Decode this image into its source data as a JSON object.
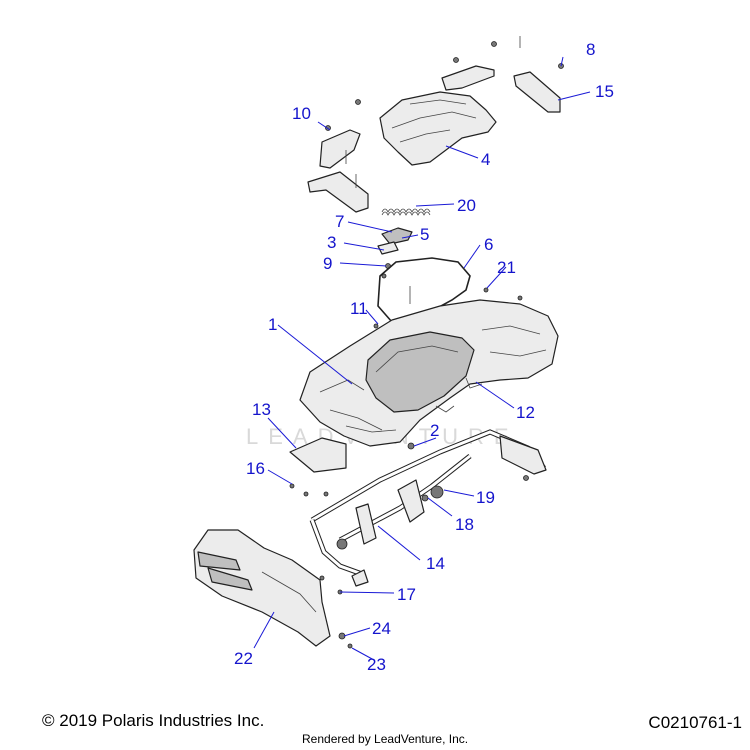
{
  "footer": {
    "copyright": "© 2019 Polaris Industries Inc.",
    "rendered_by": "Rendered by LeadVenture, Inc.",
    "diagram_number": "C0210761-1"
  },
  "watermark": "LEADVENTURE",
  "colors": {
    "callout": "#1414cc",
    "line_art": "#222222"
  },
  "callouts": [
    {
      "label": "1",
      "part": "rear-rack"
    },
    {
      "label": "2",
      "part": "grommet"
    },
    {
      "label": "3",
      "part": "latch-bracket"
    },
    {
      "label": "4",
      "part": "storage-lid"
    },
    {
      "label": "5",
      "part": "latch"
    },
    {
      "label": "6",
      "part": "seal"
    },
    {
      "label": "7",
      "part": "latch-screw"
    },
    {
      "label": "8",
      "part": "screw"
    },
    {
      "label": "9",
      "part": "screw"
    },
    {
      "label": "10",
      "part": "screw"
    },
    {
      "label": "11",
      "part": "screw"
    },
    {
      "label": "12",
      "part": "pin"
    },
    {
      "label": "13",
      "part": "closeout-panel"
    },
    {
      "label": "14",
      "part": "rack-frame"
    },
    {
      "label": "15",
      "part": "hinge-bracket"
    },
    {
      "label": "16",
      "part": "screw"
    },
    {
      "label": "17",
      "part": "screw"
    },
    {
      "label": "18",
      "part": "bushing"
    },
    {
      "label": "19",
      "part": "grommet"
    },
    {
      "label": "20",
      "part": "spring"
    },
    {
      "label": "21",
      "part": "screw"
    },
    {
      "label": "22",
      "part": "fender-panel"
    },
    {
      "label": "23",
      "part": "screw"
    },
    {
      "label": "24",
      "part": "nut"
    }
  ]
}
